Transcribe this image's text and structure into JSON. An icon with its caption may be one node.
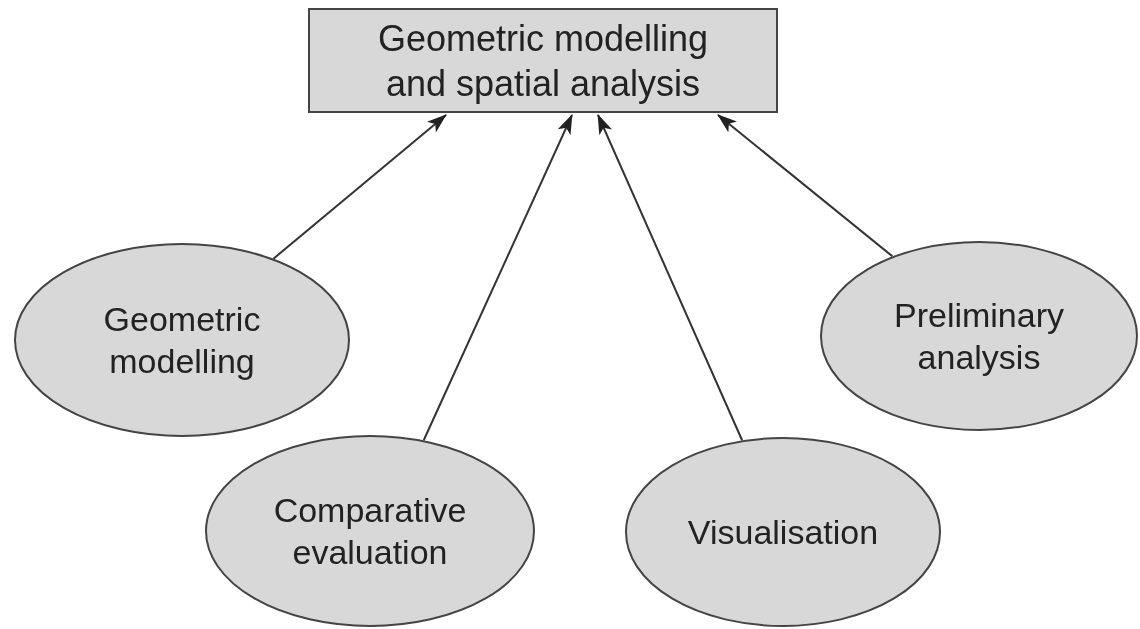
{
  "diagram": {
    "nodes": [
      {
        "text": [
          "Geometric modelling and spatial analysis"
        ]
      },
      {
        "text": [
          "Geometric modelling"
        ]
      },
      {
        "text": [
          "Comparative evaluation"
        ]
      },
      {
        "text": [
          "Visualisation"
        ]
      },
      {
        "text": [
          "Preliminary analysis"
        ]
      }
    ],
    "edges": [
      {
        "from": 1,
        "to": 0,
        "arrow": "to"
      },
      {
        "from": 2,
        "to": 0,
        "arrow": "to"
      },
      {
        "from": 3,
        "to": 0,
        "arrow": "to"
      },
      {
        "from": 4,
        "to": 0,
        "arrow": "to"
      }
    ]
  }
}
